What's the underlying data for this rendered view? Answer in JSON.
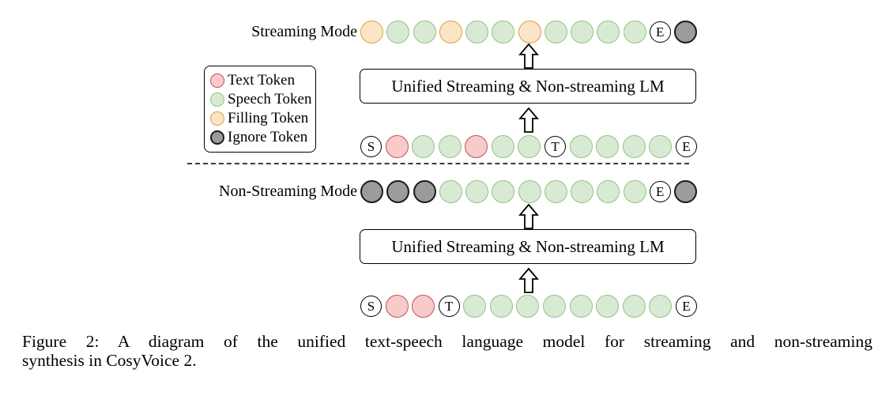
{
  "colors": {
    "text_fill": "#f6cbca",
    "text_stroke": "#c0524e",
    "speech_fill": "#d9ead4",
    "speech_stroke": "#93c47d",
    "filling_fill": "#fbe5c8",
    "filling_stroke": "#dfa039",
    "ignore_fill": "#9b9b9b",
    "ignore_stroke": "#1a1a1a",
    "letter_fill": "#ffffff",
    "letter_stroke": "#000000"
  },
  "legend": {
    "items": [
      {
        "label": "Text Token",
        "type": "text"
      },
      {
        "label": "Speech Token",
        "type": "speech"
      },
      {
        "label": "Filling Token",
        "type": "filling"
      },
      {
        "label": "Ignore Token",
        "type": "ignore"
      }
    ]
  },
  "streaming": {
    "label": "Streaming Mode",
    "lm_label": "Unified Streaming & Non-streaming LM",
    "output_tokens": [
      "filling",
      "speech",
      "speech",
      "filling",
      "speech",
      "speech",
      "filling",
      "speech",
      "speech",
      "speech",
      "speech",
      "E",
      "ignore"
    ],
    "input_tokens": [
      "S",
      "text",
      "speech",
      "speech",
      "text",
      "speech",
      "speech",
      "T",
      "speech",
      "speech",
      "speech",
      "speech",
      "E"
    ]
  },
  "non_streaming": {
    "label": "Non-Streaming Mode",
    "lm_label": "Unified Streaming & Non-streaming LM",
    "output_tokens": [
      "ignore",
      "ignore",
      "ignore",
      "speech",
      "speech",
      "speech",
      "speech",
      "speech",
      "speech",
      "speech",
      "speech",
      "E",
      "ignore"
    ],
    "input_tokens": [
      "S",
      "text",
      "text",
      "T",
      "speech",
      "speech",
      "speech",
      "speech",
      "speech",
      "speech",
      "speech",
      "speech",
      "E"
    ]
  },
  "caption": {
    "line1": "Figure 2: A diagram of the unified text-speech language model for streaming and non-streaming",
    "line2": "synthesis in CosyVoice 2."
  }
}
